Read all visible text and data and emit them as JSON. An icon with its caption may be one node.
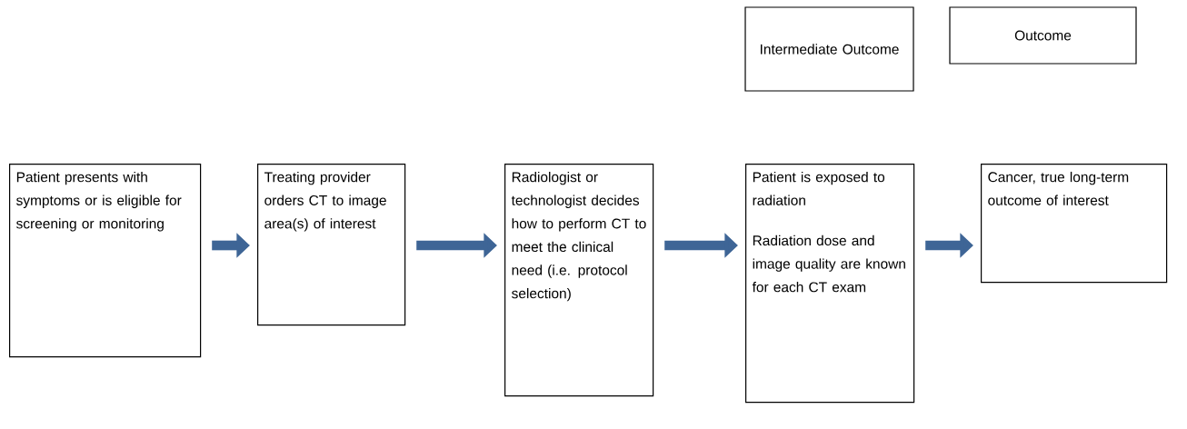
{
  "diagram": {
    "nodes": [
      {
        "text": [
          "Intermediate Outcome"
        ]
      },
      {
        "text": [
          "Outcome"
        ]
      },
      {
        "text": [
          "Patient presents with symptoms or is eligible for screening or monitoring"
        ]
      },
      {
        "text": [
          "Treating provider orders CT to image area(s) of interest"
        ]
      },
      {
        "text": [
          "Radiologist or technologist decides how to perform CT to meet the clinical need (i.e. protocol selection)"
        ]
      },
      {
        "text": [
          "Patient is exposed to radiation",
          "Radiation dose and image quality are known for each CT exam"
        ]
      },
      {
        "text": [
          "Cancer, true long-term outcome of interest"
        ]
      }
    ],
    "edges": [
      {
        "from": 2,
        "to": 3,
        "arrow": "to"
      },
      {
        "from": 3,
        "to": 4,
        "arrow": "to"
      },
      {
        "from": 4,
        "to": 5,
        "arrow": "to"
      },
      {
        "from": 5,
        "to": 6,
        "arrow": "to"
      }
    ]
  }
}
